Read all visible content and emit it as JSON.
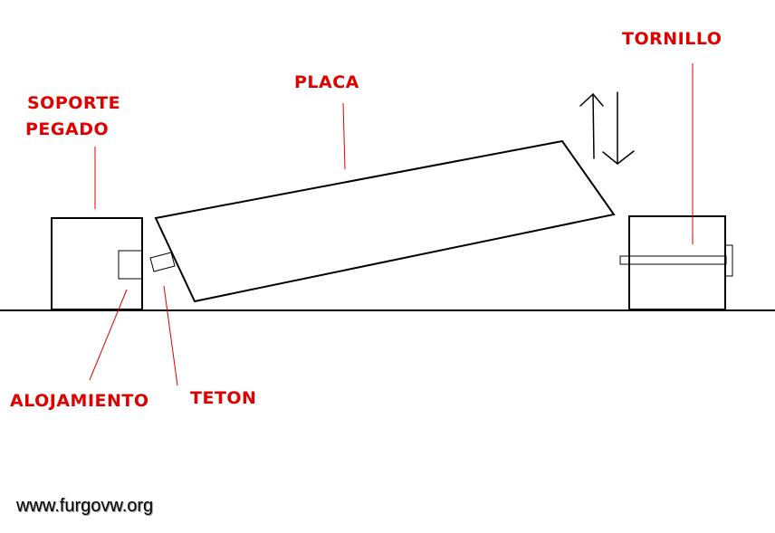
{
  "labels": {
    "soporte_line1": "SOPORTE",
    "soporte_line2": "PEGADO",
    "placa": "PLACA",
    "tornillo": "TORNILLO",
    "alojamiento": "ALOJAMIENTO",
    "teton": "TETON"
  },
  "watermark": "www.furgovw.org",
  "colors": {
    "label": "#e00000",
    "ink": "#000000",
    "background": "#ffffff"
  },
  "icons": {
    "motion": "up-down-arrows-icon"
  }
}
